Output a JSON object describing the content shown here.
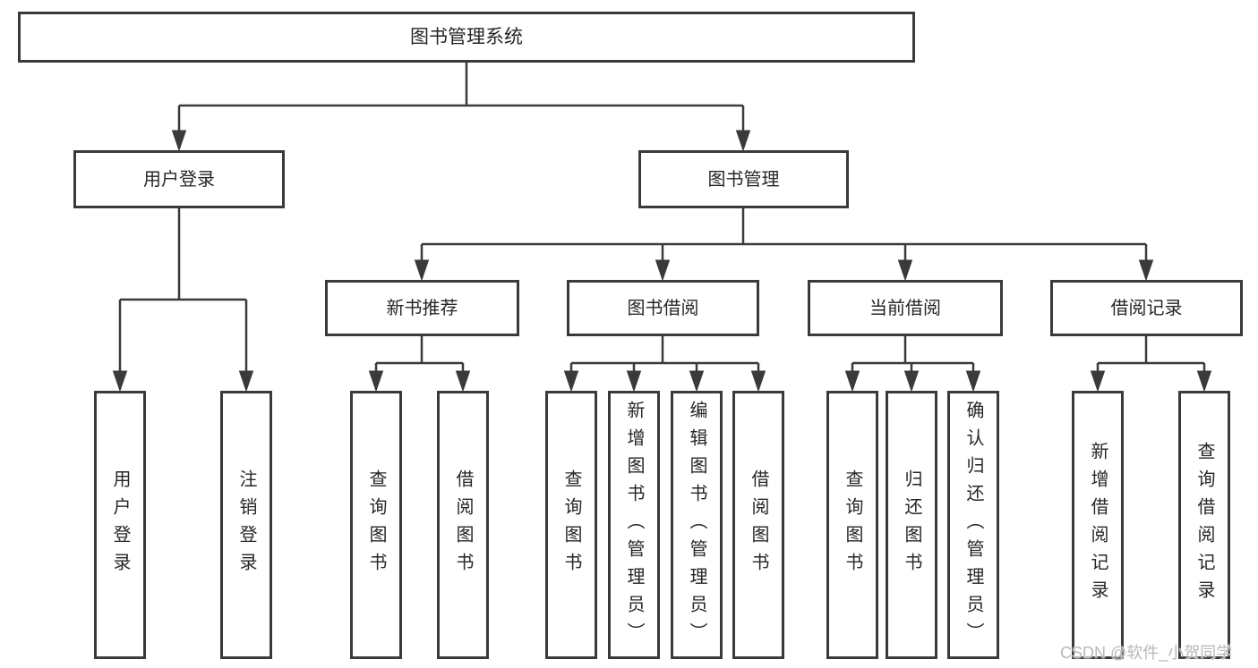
{
  "diagram_title": "图书管理系统",
  "tree": {
    "root": {
      "label": "图书管理系统",
      "children": [
        {
          "label": "用户登录",
          "children": [
            {
              "label": "用户登录"
            },
            {
              "label": "注销登录"
            }
          ]
        },
        {
          "label": "图书管理",
          "children": [
            {
              "label": "新书推荐",
              "children": [
                {
                  "label": "查询图书"
                },
                {
                  "label": "借阅图书"
                }
              ]
            },
            {
              "label": "图书借阅",
              "children": [
                {
                  "label": "查询图书"
                },
                {
                  "label": "新增图书（管理员）"
                },
                {
                  "label": "编辑图书（管理员）"
                },
                {
                  "label": "借阅图书"
                }
              ]
            },
            {
              "label": "当前借阅",
              "children": [
                {
                  "label": "查询图书"
                },
                {
                  "label": "归还图书"
                },
                {
                  "label": "确认归还（管理员）"
                }
              ]
            },
            {
              "label": "借阅记录",
              "children": [
                {
                  "label": "新增借阅记录"
                },
                {
                  "label": "查询借阅记录"
                }
              ]
            }
          ]
        }
      ]
    }
  },
  "watermark": {
    "text": "CSDN @软件_小贺同学"
  },
  "colors": {
    "line": "#3a3a3a",
    "box_border": "#3a3a3a",
    "text": "#262626",
    "watermark_text": "#b8b8b8",
    "background": "#ffffff"
  }
}
